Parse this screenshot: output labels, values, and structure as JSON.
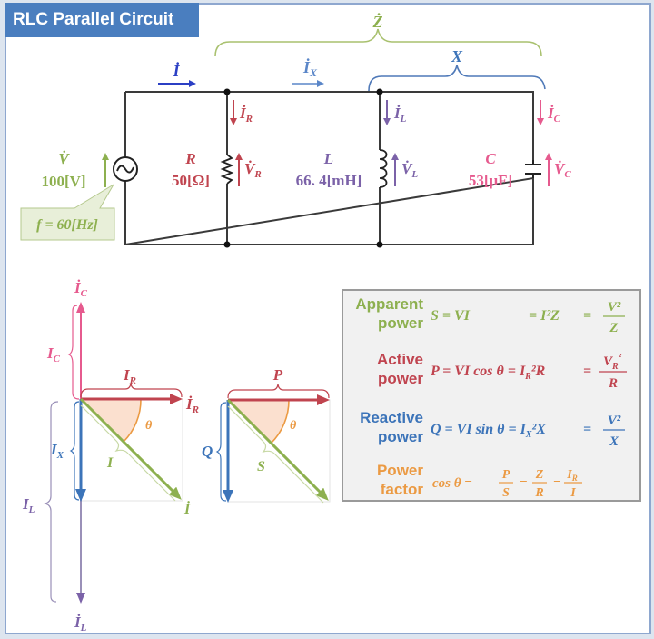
{
  "title": "RLC Parallel Circuit",
  "colors": {
    "title_bg": "#4a7ebf",
    "green": "#8db04f",
    "red": "#c0444f",
    "purple": "#7b62a8",
    "pink": "#e65a8e",
    "blue": "#3c74b9",
    "orange": "#eb9a43",
    "wire": "#3a3a3a"
  },
  "circuit": {
    "source": {
      "symbol": "V̇",
      "value": "100[V]",
      "frequency": "f = 60[Hz]"
    },
    "resistor": {
      "symbol": "R",
      "value": "50[Ω]",
      "current": "İ",
      "current_sub": "R",
      "voltage": "V̇",
      "voltage_sub": "R"
    },
    "inductor": {
      "symbol": "L",
      "value": "66. 4[mH]",
      "current": "İ",
      "current_sub": "L",
      "voltage": "V̇",
      "voltage_sub": "L"
    },
    "capacitor": {
      "symbol": "C",
      "value": "53[μF]",
      "current": "İ",
      "current_sub": "C",
      "voltage": "V̇",
      "voltage_sub": "C"
    },
    "total_current": "İ",
    "reactive_current": "İ",
    "reactive_current_sub": "X",
    "impedance_label": "Ż",
    "reactance_label": "X"
  },
  "current_phasor": {
    "ic_label": "İ",
    "ic_sub": "C",
    "ic_mag": "I",
    "ic_mag_sub": "C",
    "ir_mag": "I",
    "ir_mag_sub": "R",
    "ir_label": "İ",
    "ir_sub": "R",
    "ix_mag": "I",
    "ix_mag_sub": "X",
    "il_mag": "I",
    "il_mag_sub": "L",
    "il_label": "İ",
    "il_sub": "L",
    "i_mag": "I",
    "i_label": "İ",
    "theta": "θ"
  },
  "power_triangle": {
    "p": "P",
    "q": "Q",
    "s": "S",
    "theta": "θ"
  },
  "formulas": [
    {
      "label1": "Apparent",
      "label2": "power",
      "color": "#8db04f",
      "parts": [
        "S = VI",
        "= I²Z",
        "=",
        "V²",
        "Z"
      ]
    },
    {
      "label1": "Active",
      "label2": "power",
      "color": "#c0444f",
      "parts": [
        "P = VI cos θ = I",
        "R",
        "²R",
        "=",
        "V",
        "R",
        "²",
        "R"
      ]
    },
    {
      "label1": "Reactive",
      "label2": "power",
      "color": "#3c74b9",
      "parts": [
        "Q = VI sin θ = I",
        "X",
        "²X",
        "=",
        "V²",
        "X"
      ]
    },
    {
      "label1": "Power",
      "label2": "factor",
      "color": "#eb9a43",
      "parts": [
        "cos θ =",
        "P",
        "S",
        "=",
        "Z",
        "R",
        "=",
        "I",
        "R",
        "I"
      ]
    }
  ]
}
